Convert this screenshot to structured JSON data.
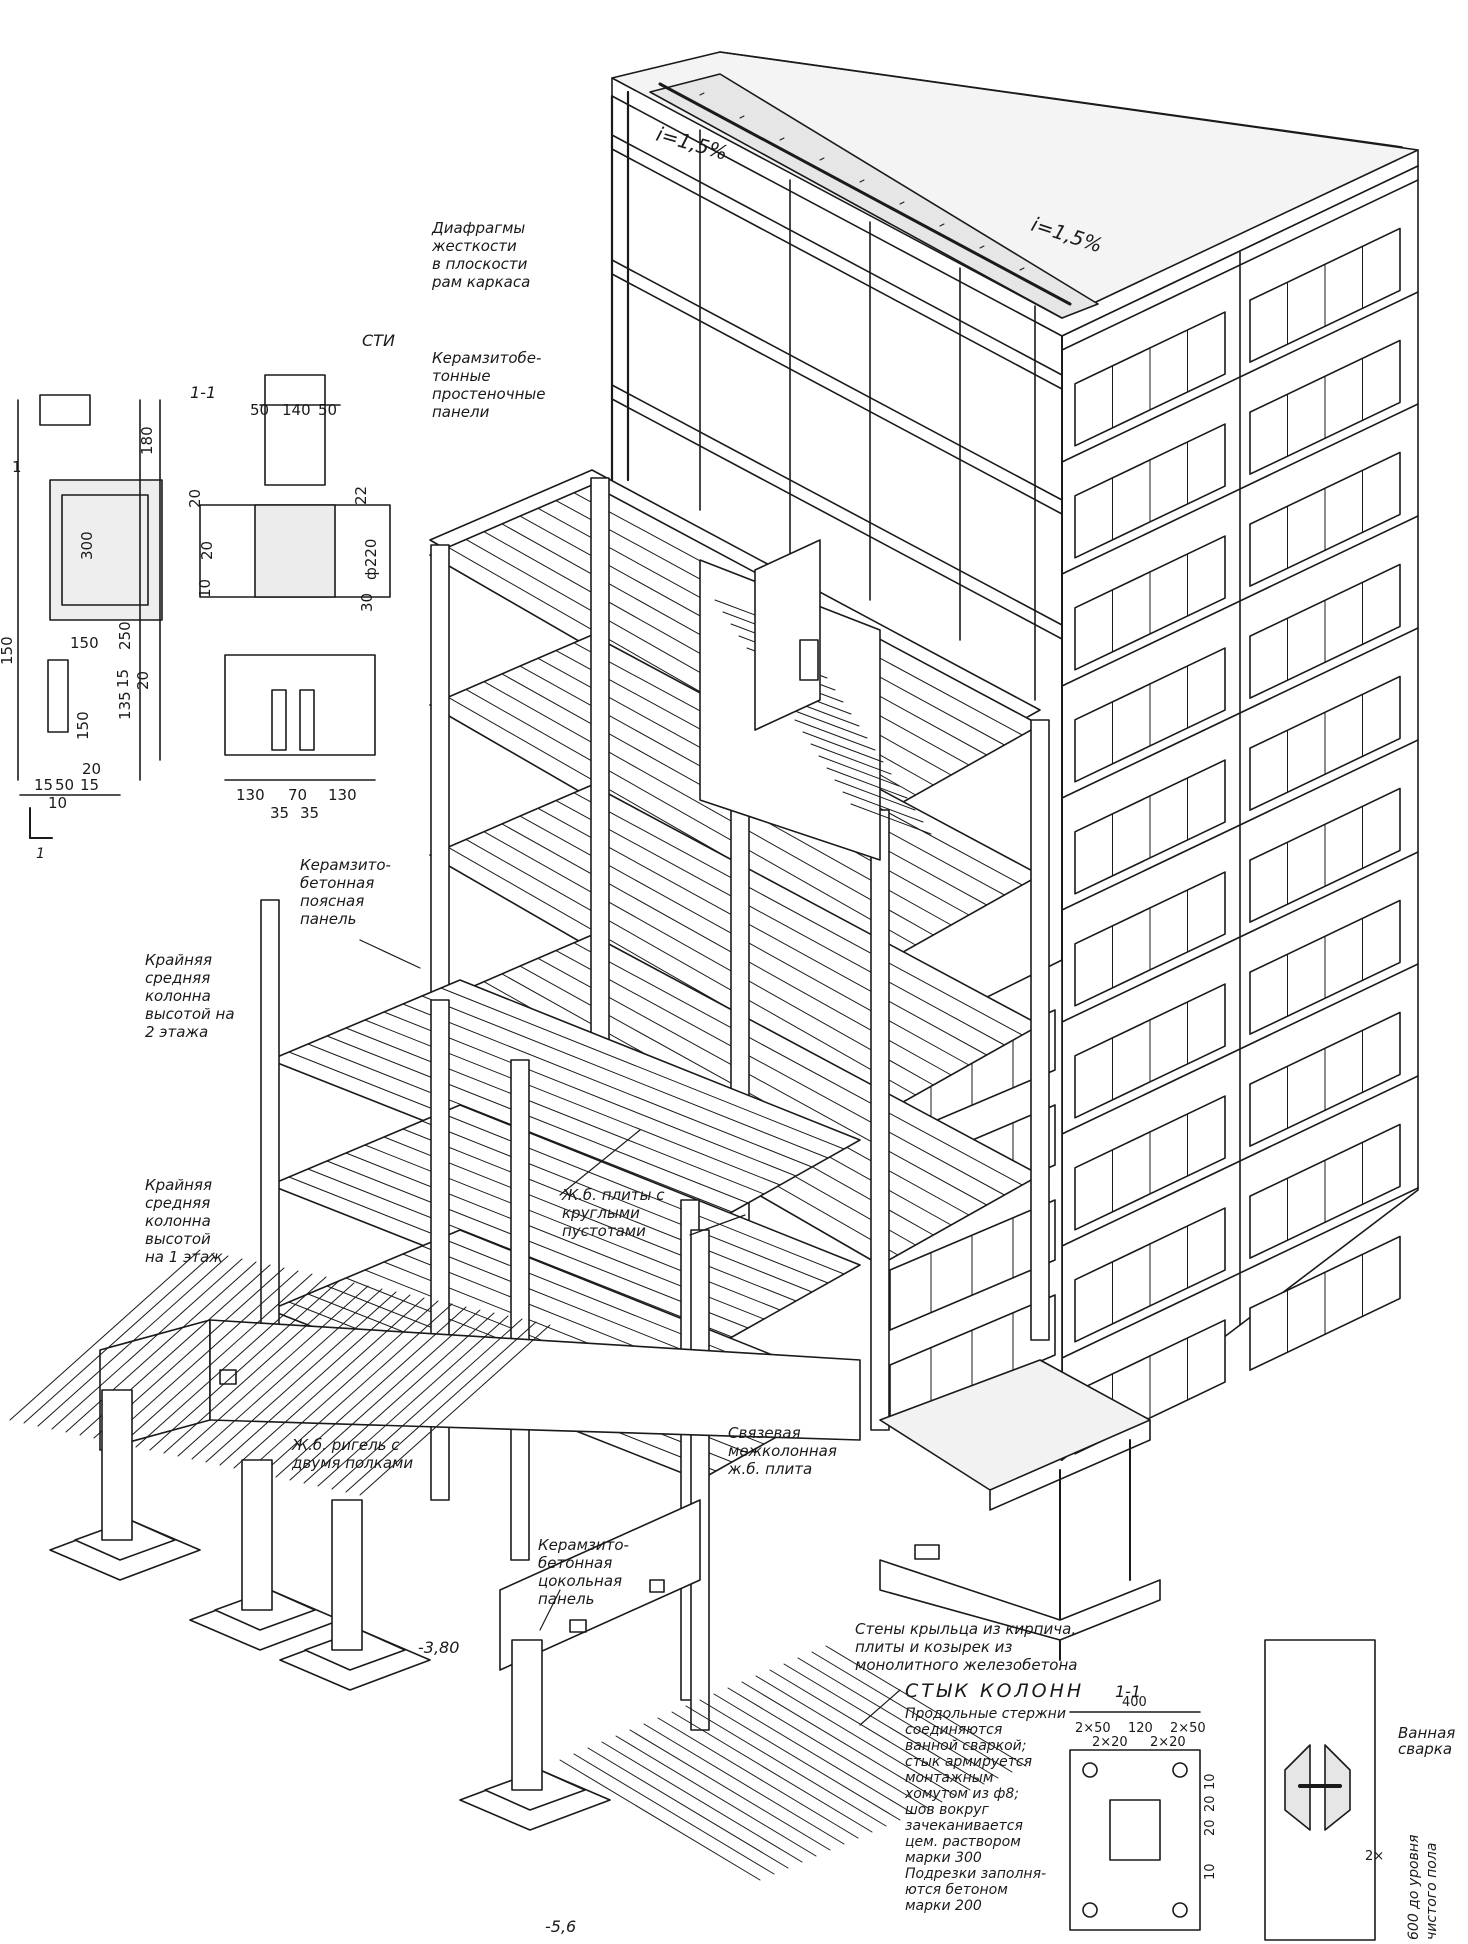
{
  "slope_labels": [
    "i=1,5%",
    "i=1,5%"
  ],
  "section_marks": [
    "1-1",
    "1-1",
    "1"
  ],
  "elevations": [
    "-3,80",
    "-5,6"
  ],
  "labels": {
    "diaphragms": [
      "Диафрагмы",
      "жесткости",
      "в плоскости",
      "рам каркаса"
    ],
    "sti": "СТИ",
    "keramzit_wall_panels": [
      "Керамзитобе-",
      "тонные",
      "простеночные",
      "панели"
    ],
    "belt_panel": [
      "Керамзито-",
      "бетонная",
      "поясная",
      "панель"
    ],
    "column_2floors": [
      "Крайняя",
      "средняя",
      "колонна",
      "высотой на",
      "2 этажа"
    ],
    "column_1floor": [
      "Крайняя",
      "средняя",
      "колонна",
      "высотой",
      "на 1 этаж"
    ],
    "hollow_slabs": [
      "Ж.б. плиты с",
      "круглыми",
      "пустотами"
    ],
    "girder": [
      "Ж.б. ригель с",
      "двумя полками"
    ],
    "tie_slab": [
      "Связевая",
      "межколонная",
      "ж.б. плита"
    ],
    "plinth_panel": [
      "Керамзито-",
      "бетонная",
      "цокольная",
      "панель"
    ],
    "porch_walls": [
      "Стены крыльца из кирпича,",
      "плиты и козырек из",
      "монолитного железобетона"
    ]
  },
  "column_joint": {
    "title": "СТЫК КОЛОНН",
    "notes": [
      "Продольные стержни",
      "соединяются",
      "ванной сваркой;",
      "стык армируется",
      "монтажным",
      "хомутом из ф8;",
      "шов вокруг",
      "зачеканивается",
      "цем. раствором",
      "марки 300",
      "Подрезки заполня-",
      "ются бетоном",
      "марки 200"
    ],
    "weld_label": [
      "Ванная",
      "сварка"
    ],
    "floor_label": [
      "600 до уровня",
      "чистого пола"
    ]
  },
  "wall_detail_dims": [
    "180",
    "300",
    "150",
    "250",
    "150",
    "135",
    "150",
    "15",
    "20",
    "20",
    "15",
    "50",
    "15",
    "10",
    "1"
  ],
  "column_detail_dims": [
    "50",
    "140",
    "50",
    "20",
    "20",
    "10",
    "22",
    "ф220",
    "30",
    "130",
    "70",
    "130",
    "35",
    "35"
  ],
  "joint_dims": [
    "400",
    "2×50",
    "120",
    "2×50",
    "2×20",
    "2×20",
    "10",
    "20",
    "20",
    "10",
    "2×"
  ]
}
